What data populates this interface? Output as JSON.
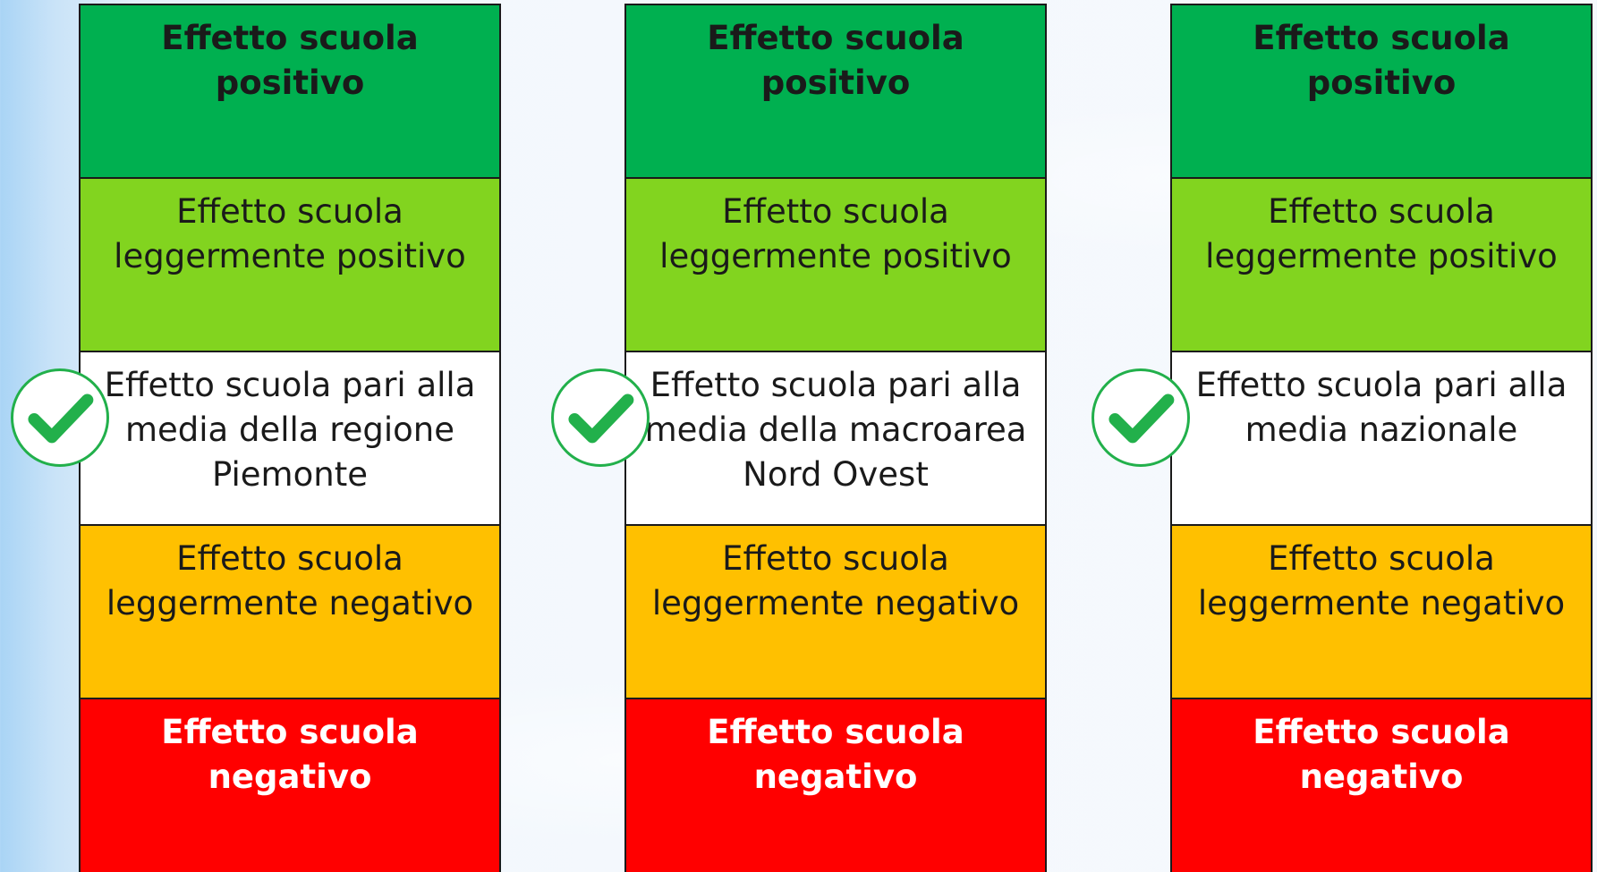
{
  "columns": [
    {
      "bands": [
        {
          "label": "Effetto scuola positivo",
          "color": "#00b050"
        },
        {
          "label": "Effetto scuola leggermente positivo",
          "color": "#82d41f"
        },
        {
          "label": "Effetto scuola pari alla media della regione Piemonte",
          "color": "#ffffff",
          "selected": true
        },
        {
          "label": "Effetto scuola leggermente negativo",
          "color": "#ffc000"
        },
        {
          "label": "Effetto scuola negativo",
          "color": "#ff0000"
        }
      ],
      "check_icon": "checkmark-circle-icon"
    },
    {
      "bands": [
        {
          "label": "Effetto scuola positivo",
          "color": "#00b050"
        },
        {
          "label": "Effetto scuola leggermente positivo",
          "color": "#82d41f"
        },
        {
          "label": "Effetto scuola pari alla media della macroarea Nord Ovest",
          "color": "#ffffff",
          "selected": true
        },
        {
          "label": "Effetto scuola leggermente negativo",
          "color": "#ffc000"
        },
        {
          "label": "Effetto scuola negativo",
          "color": "#ff0000"
        }
      ],
      "check_icon": "checkmark-circle-icon"
    },
    {
      "bands": [
        {
          "label": "Effetto scuola positivo",
          "color": "#00b050"
        },
        {
          "label": "Effetto scuola leggermente positivo",
          "color": "#82d41f"
        },
        {
          "label": "Effetto scuola pari alla media nazionale",
          "color": "#ffffff",
          "selected": true
        },
        {
          "label": "Effetto scuola leggermente negativo",
          "color": "#ffc000"
        },
        {
          "label": "Effetto scuola negativo",
          "color": "#ff0000"
        }
      ],
      "check_icon": "checkmark-circle-icon"
    }
  ],
  "check_color": "#22b04b"
}
